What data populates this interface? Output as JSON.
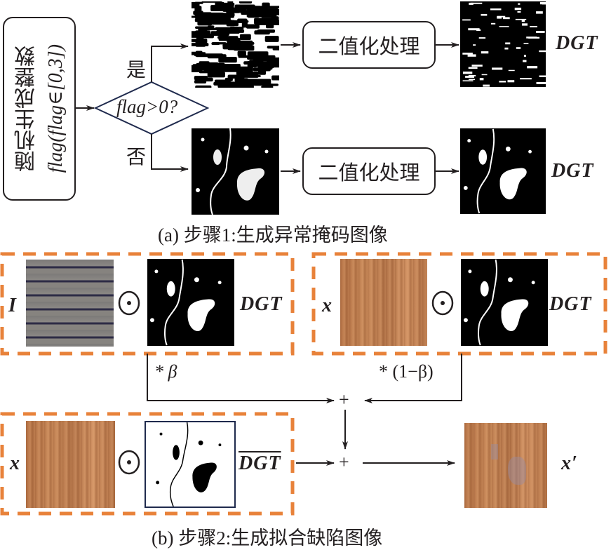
{
  "part_a": {
    "start_box": {
      "line1": "随机生成整数",
      "line2": "flag(flag∈[0,3])"
    },
    "decision": {
      "text": "flag>0?"
    },
    "branch_yes": "是",
    "branch_no": "否",
    "process_top": "二值化处理",
    "process_bottom": "二值化处理",
    "output_top": "DGT",
    "output_bottom": "DGT",
    "caption": "(a) 步骤1:生成异常掩码图像"
  },
  "part_b": {
    "box1": {
      "left_label": "I",
      "operator": "⊙",
      "right_label": "DGT"
    },
    "box2": {
      "left_label": "x",
      "operator": "⊙",
      "right_label": "DGT"
    },
    "box3": {
      "left_label": "x",
      "operator": "⊙",
      "right_label": "DGT"
    },
    "weight_left": "* β",
    "weight_right": "* (1−β)",
    "plus_top": "+",
    "plus_bottom": "+",
    "result_label": "x′",
    "caption": "(b) 步骤2:生成拟合缺陷图像"
  },
  "colors": {
    "accent_dashed": "#e8823a",
    "line": "#231f20",
    "diamond": "#1f2a4d"
  }
}
